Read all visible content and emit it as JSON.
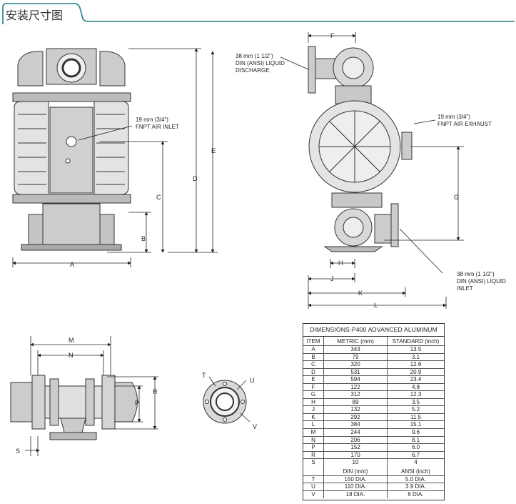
{
  "header": {
    "title": "安装尺寸图"
  },
  "callouts": {
    "discharge": [
      "38 mm (1 1/2\")",
      "DIN (ANSI) LIQUID",
      "DISCHARGE"
    ],
    "air_inlet": [
      "19 mm (3/4\")",
      "FNPT AIR INLET"
    ],
    "air_exhaust": [
      "19 mm (3/4\")",
      "FNPT AIR EXHAUST"
    ],
    "liquid_inlet": [
      "38 mm (1 1/2\")",
      "DIN (ANSI) LIQUID",
      "INLET"
    ]
  },
  "dimension_letters": {
    "A": "A",
    "B": "B",
    "C": "C",
    "D": "D",
    "E": "E",
    "F": "F",
    "G": "G",
    "H": "H",
    "J": "J",
    "K": "K",
    "L": "L",
    "M": "M",
    "N": "N",
    "P": "P",
    "R": "R",
    "S": "S",
    "T": "T",
    "U": "U",
    "V": "V"
  },
  "table": {
    "title": "DIMENSIONS-P400 ADVANCED  ALUMINUM",
    "headers": [
      "ITEM",
      "METRIC (mm)",
      "STANDARD (inch)"
    ],
    "rows": [
      [
        "A",
        "343",
        "13.5"
      ],
      [
        "B",
        "79",
        "3.1"
      ],
      [
        "C",
        "320",
        "12.6"
      ],
      [
        "D",
        "531",
        "20.9"
      ],
      [
        "E",
        "594",
        "23.4"
      ],
      [
        "F",
        "122",
        "4.8"
      ],
      [
        "G",
        "312",
        "12.3"
      ],
      [
        "H",
        "89",
        "3.5"
      ],
      [
        "J",
        "132",
        "5.2"
      ],
      [
        "K",
        "292",
        "11.5"
      ],
      [
        "L",
        "384",
        "15.1"
      ],
      [
        "M",
        "244",
        "9.6"
      ],
      [
        "N",
        "206",
        "8.1"
      ],
      [
        "P",
        "152",
        "6.0"
      ],
      [
        "R",
        "170",
        "6.7"
      ],
      [
        "S",
        "10",
        "4"
      ]
    ],
    "subheaders": [
      "",
      "DIN (mm)",
      "ANSI (inch)"
    ],
    "rows2": [
      [
        "T",
        "150 DIA.",
        "5.0 DIA."
      ],
      [
        "U",
        "110 DIA.",
        "3.9 DIA."
      ],
      [
        "V",
        "18 DIA.",
        "6 DIA."
      ]
    ]
  },
  "colors": {
    "accent": "#1e7f86",
    "line": "#333333",
    "body": "#cccccc"
  }
}
